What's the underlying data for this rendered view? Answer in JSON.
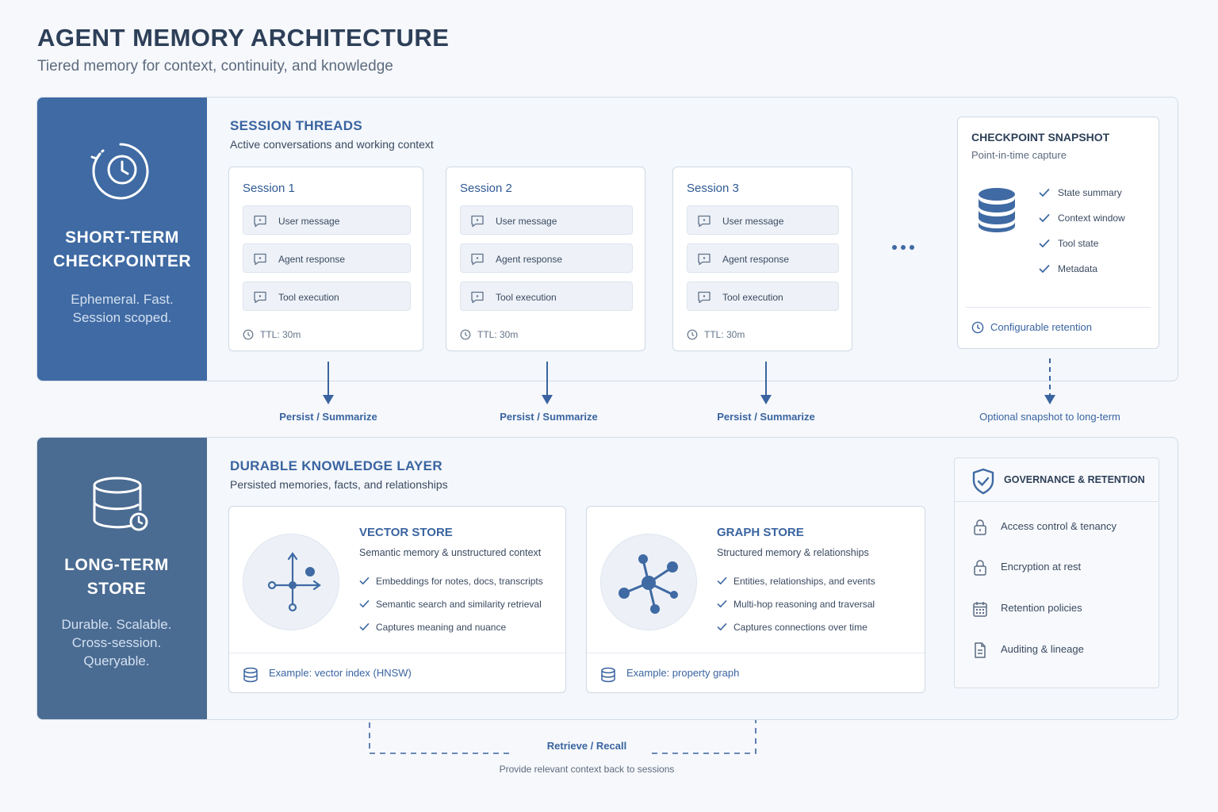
{
  "header": {
    "title": "AGENT MEMORY ARCHITECTURE",
    "subtitle": "Tiered memory for context, continuity, and knowledge"
  },
  "colors": {
    "primary": "#3f6aa3",
    "secondary": "#4a6b92",
    "accent_text": "#3a64a0",
    "panel_bg": "#f4f7fb"
  },
  "short_term": {
    "title_lines": [
      "SHORT-TERM",
      "CHECKPOINTER"
    ],
    "desc_lines": [
      "Ephemeral. Fast.",
      "Session scoped."
    ],
    "icon": "clock-history-icon",
    "section_title": "SESSION THREADS",
    "section_sub": "Active conversations and working context",
    "sessions": [
      {
        "title": "Session 1",
        "items": [
          "User message",
          "Agent response",
          "Tool execution"
        ],
        "ttl": "TTL: 30m"
      },
      {
        "title": "Session 2",
        "items": [
          "User message",
          "Agent response",
          "Tool execution"
        ],
        "ttl": "TTL: 30m"
      },
      {
        "title": "Session 3",
        "items": [
          "User message",
          "Agent response",
          "Tool execution"
        ],
        "ttl": "TTL: 30m"
      }
    ],
    "checkpoint": {
      "title": "CHECKPOINT SNAPSHOT",
      "sub": "Point-in-time capture",
      "items": [
        "State summary",
        "Context window",
        "Tool state",
        "Metadata"
      ],
      "footer": "Configurable retention"
    }
  },
  "arrows": {
    "persist": "Persist / Summarize",
    "optional": "Optional snapshot to long-term"
  },
  "long_term": {
    "title_lines": [
      "LONG-TERM",
      "STORE"
    ],
    "desc_lines": [
      "Durable. Scalable.",
      "Cross-session.",
      "Queryable."
    ],
    "icon": "database-clock-icon",
    "section_title": "DURABLE KNOWLEDGE LAYER",
    "section_sub": "Persisted memories, facts, and relationships",
    "vector": {
      "title": "VECTOR STORE",
      "sub": "Semantic memory & unstructured context",
      "items": [
        "Embeddings for notes, docs, transcripts",
        "Semantic search and similarity retrieval",
        "Captures meaning and nuance"
      ],
      "footer": "Example: vector index (HNSW)"
    },
    "graph": {
      "title": "GRAPH STORE",
      "sub": "Structured memory & relationships",
      "items": [
        "Entities, relationships, and events",
        "Multi-hop reasoning and traversal",
        "Captures connections over time"
      ],
      "footer": "Example: property graph"
    },
    "governance": {
      "title": "GOVERNANCE & RETENTION",
      "items": [
        "Access control & tenancy",
        "Encryption at rest",
        "Retention policies",
        "Auditing & lineage"
      ]
    }
  },
  "retrieve": {
    "label": "Retrieve / Recall",
    "sub": "Provide relevant context back to sessions"
  }
}
